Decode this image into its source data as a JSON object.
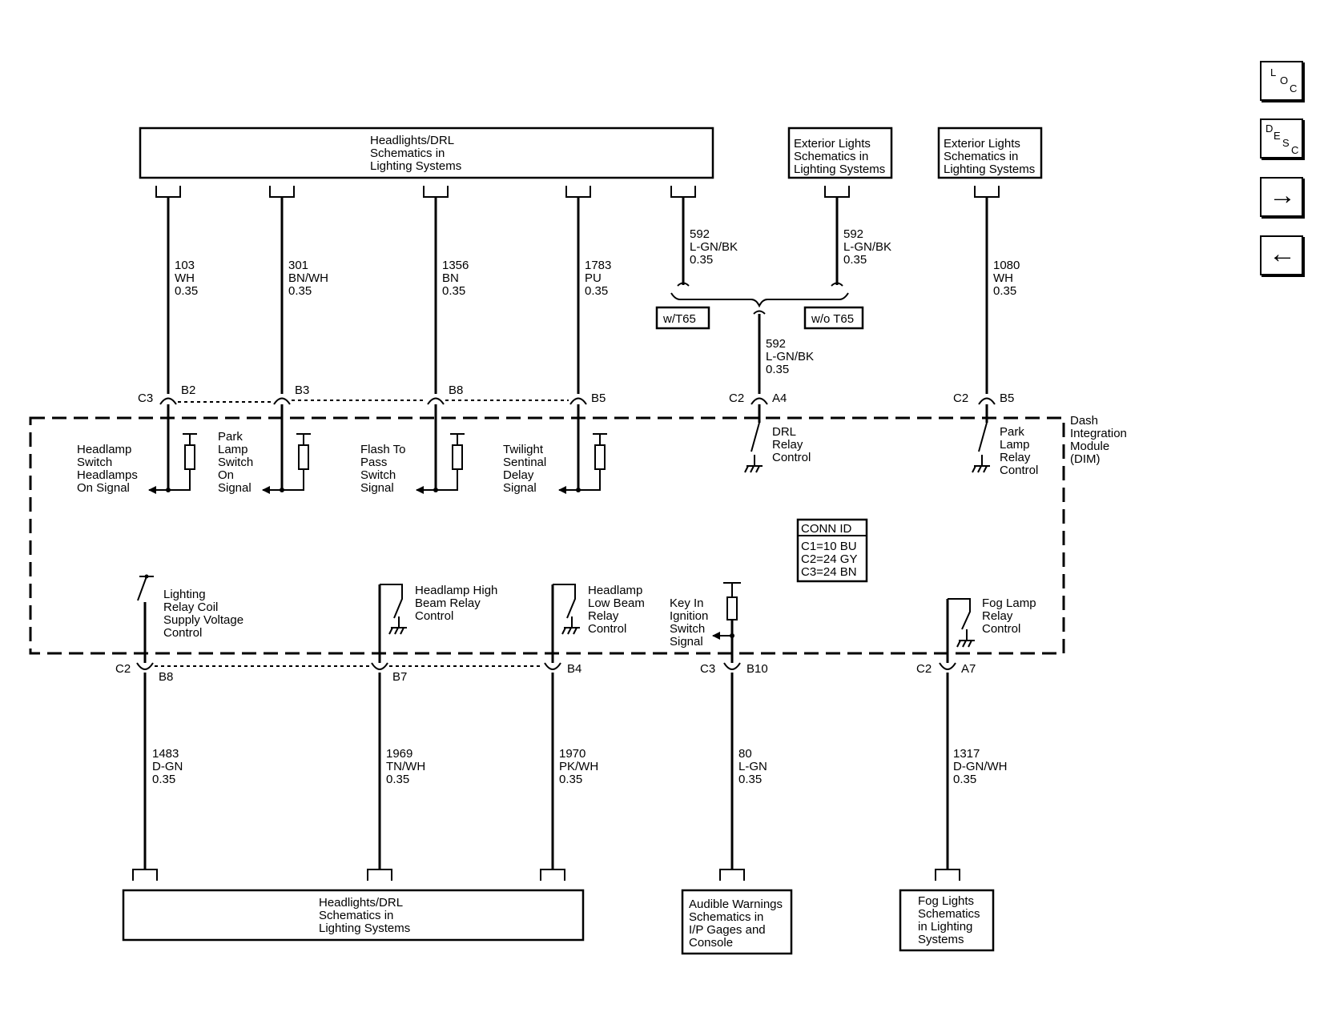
{
  "nav": {
    "loc": [
      "L",
      "O",
      "C"
    ],
    "desc": [
      "D",
      "E",
      "S",
      "C"
    ],
    "next": "→",
    "prev": "←"
  },
  "top_box": [
    "Headlights/DRL",
    "Schematics in",
    "Lighting Systems"
  ],
  "ext_box_1": [
    "Exterior Lights",
    "Schematics in",
    "Lighting Systems"
  ],
  "ext_box_2": [
    "Exterior Lights",
    "Schematics in",
    "Lighting Systems"
  ],
  "bottom_box": [
    "Headlights/DRL",
    "Schematics in",
    "Lighting Systems"
  ],
  "audible_box": [
    "Audible Warnings",
    "Schematics in",
    "I/P Gages and",
    "Console"
  ],
  "fog_box": [
    "Fog Lights",
    "Schematics",
    "in Lighting",
    "Systems"
  ],
  "top_wires": [
    {
      "circuit": "103",
      "color": "WH",
      "size": "0.35",
      "conn": "C3",
      "pin": "B2"
    },
    {
      "circuit": "301",
      "color": "BN/WH",
      "size": "0.35",
      "conn": "",
      "pin": "B3"
    },
    {
      "circuit": "1356",
      "color": "BN",
      "size": "0.35",
      "conn": "",
      "pin": "B8"
    },
    {
      "circuit": "1783",
      "color": "PU",
      "size": "0.35",
      "conn": "",
      "pin": "B5"
    }
  ],
  "t65": {
    "left": {
      "circuit": "592",
      "color": "L-GN/BK",
      "size": "0.35",
      "tag": "w/T65"
    },
    "right": {
      "circuit": "592",
      "color": "L-GN/BK",
      "size": "0.35",
      "tag": "w/o T65"
    },
    "joined": {
      "circuit": "592",
      "color": "L-GN/BK",
      "size": "0.35",
      "conn": "C2",
      "pin": "A4"
    }
  },
  "wire_1080": {
    "circuit": "1080",
    "color": "WH",
    "size": "0.35",
    "conn": "C2",
    "pin": "B5"
  },
  "dim": {
    "label": [
      "Dash",
      "Integration",
      "Module",
      "(DIM)"
    ],
    "conn_id": {
      "title": "CONN ID",
      "rows": [
        "C1=10 BU",
        "C2=24 GY",
        "C3=24 BN"
      ]
    },
    "upper_signals": [
      [
        "Headlamp",
        "Switch",
        "Headlamps",
        "On Signal"
      ],
      [
        "Park",
        "Lamp",
        "Switch",
        "On",
        "Signal"
      ],
      [
        "Flash To",
        "Pass",
        "Switch",
        "Signal"
      ],
      [
        "Twilight",
        "Sentinal",
        "Delay",
        "Signal"
      ]
    ],
    "drl": [
      "DRL",
      "Relay",
      "Control"
    ],
    "park_relay": [
      "Park",
      "Lamp",
      "Relay",
      "Control"
    ],
    "lighting_coil": [
      "Lighting",
      "Relay Coil",
      "Supply Voltage",
      "Control"
    ],
    "high_beam": [
      "Headlamp High",
      "Beam Relay",
      "Control"
    ],
    "low_beam": [
      "Headlamp",
      "Low Beam",
      "Relay",
      "Control"
    ],
    "key_in": [
      "Key In",
      "Ignition",
      "Switch",
      "Signal"
    ],
    "fog_relay": [
      "Fog Lamp",
      "Relay",
      "Control"
    ]
  },
  "bottom_wires": [
    {
      "circuit": "1483",
      "color": "D-GN",
      "size": "0.35",
      "conn": "C2",
      "pin": "B8"
    },
    {
      "circuit": "1969",
      "color": "TN/WH",
      "size": "0.35",
      "conn": "",
      "pin": "B7"
    },
    {
      "circuit": "1970",
      "color": "PK/WH",
      "size": "0.35",
      "conn": "",
      "pin": "B4"
    },
    {
      "circuit": "80",
      "color": "L-GN",
      "size": "0.35",
      "conn": "C3",
      "pin": "B10"
    },
    {
      "circuit": "1317",
      "color": "D-GN/WH",
      "size": "0.35",
      "conn": "C2",
      "pin": "A7"
    }
  ]
}
